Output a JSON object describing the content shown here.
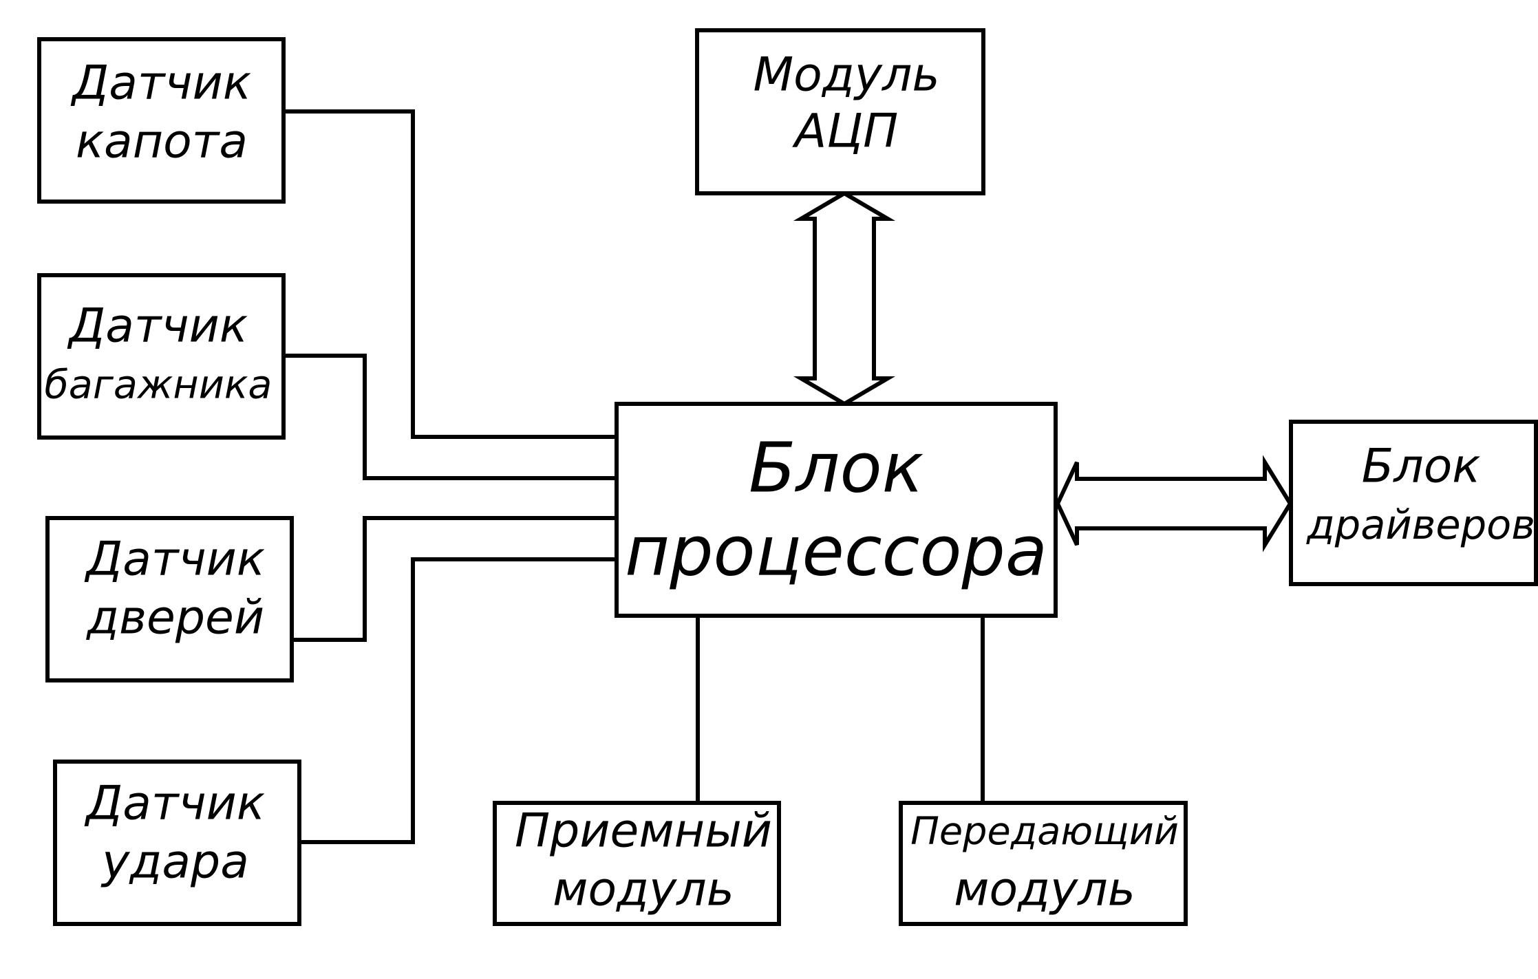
{
  "blocks": {
    "hood_sensor": {
      "line1": "Датчик",
      "line2": "капота"
    },
    "trunk_sensor": {
      "line1": "Датчик",
      "line2": "багажника"
    },
    "door_sensor": {
      "line1": "Датчик",
      "line2": "дверей"
    },
    "shock_sensor": {
      "line1": "Датчик",
      "line2": "удара"
    },
    "adc_module": {
      "line1": "Модуль",
      "line2": "АЦП"
    },
    "processor": {
      "line1": "Блок",
      "line2": "процессора"
    },
    "drivers": {
      "line1": "Блок",
      "line2": "драйверов"
    },
    "receiver": {
      "line1": "Приемный",
      "line2": "модуль"
    },
    "transmitter": {
      "line1": "Передающий",
      "line2": "модуль"
    }
  },
  "connections": [
    {
      "from": "Датчик капота",
      "to": "Блок процессора",
      "kind": "line"
    },
    {
      "from": "Датчик багажника",
      "to": "Блок процессора",
      "kind": "line"
    },
    {
      "from": "Датчик дверей",
      "to": "Блок процессора",
      "kind": "line"
    },
    {
      "from": "Датчик удара",
      "to": "Блок процессора",
      "kind": "line"
    },
    {
      "from": "Модуль АЦП",
      "to": "Блок процессора",
      "kind": "double-arrow"
    },
    {
      "from": "Блок процессора",
      "to": "Блок драйверов",
      "kind": "double-arrow"
    },
    {
      "from": "Блок процессора",
      "to": "Приемный модуль",
      "kind": "line"
    },
    {
      "from": "Блок процессора",
      "to": "Передающий модуль",
      "kind": "line"
    }
  ],
  "colors": {
    "stroke": "#000000",
    "background": "#ffffff"
  }
}
